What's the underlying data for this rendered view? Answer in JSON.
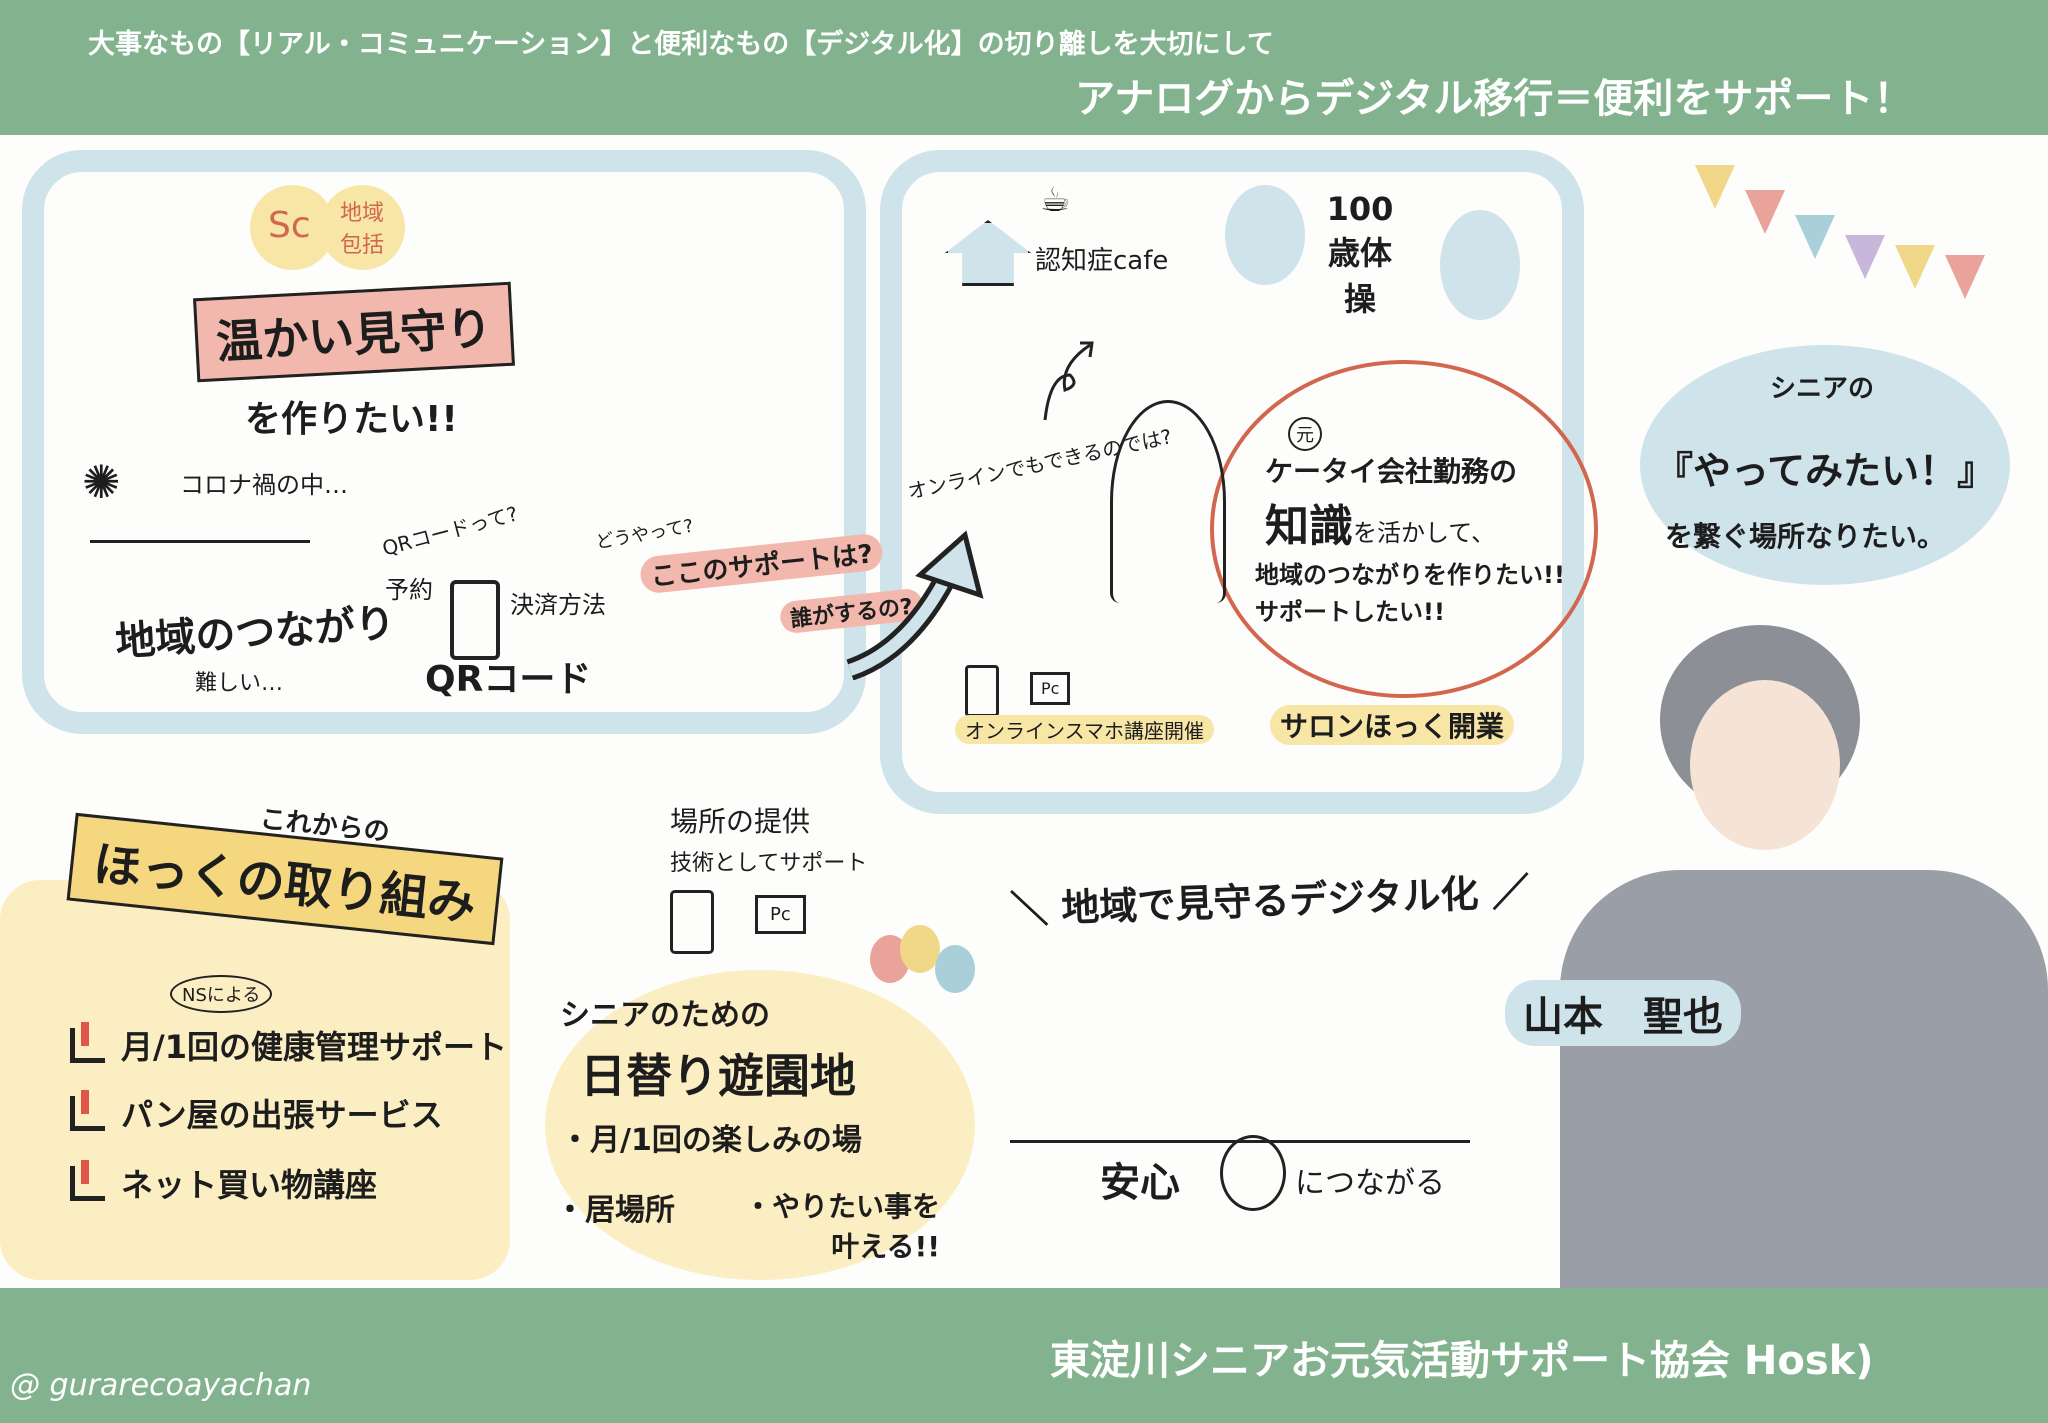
{
  "header": {
    "subtitle": "大事なもの【リアル・コミュニケーション】と便利なもの【デジタル化】の切り離しを大切にして",
    "title": "アナログからデジタル移行＝便利をサポート！"
  },
  "footer": {
    "organization": "東淀川シニアお元気活動サポート協会 Hosk)",
    "credit": "@ gurarecoayachan"
  },
  "panel_current": {
    "badge_sc": "Sc",
    "badge_community": "地域包括",
    "banner": "温かい見守り",
    "banner_suffix": "を作りたい!!",
    "corona": "コロナ禍の中…",
    "qr_question": "QRコードって?",
    "reservation": "予約",
    "payment": "決済方法",
    "qr_code": "QRコード",
    "community_ties": "地域のつながり",
    "difficult": "難しい…",
    "how": "どうやって?",
    "support_question": "ここのサポートは?",
    "who_question": "誰がするの?"
  },
  "panel_idea": {
    "online_question": "オンラインでもできるのでは?",
    "dementia_cafe": "認知症cafe",
    "exercise": "100歳体操",
    "former_badge": "元",
    "cloud_line1": "ケータイ会社勤務の",
    "cloud_line2_big": "知識",
    "cloud_line2_rest": "を活かして、",
    "cloud_line3": "地域のつながりを作りたい!!",
    "cloud_line4": "サポートしたい!!",
    "pc_label": "Pc",
    "online_course": "オンラインスマホ講座開催",
    "salon_open": "サロンほっく開業"
  },
  "profile": {
    "line1": "シニアの",
    "line2": "『やってみたい！』",
    "line3": "を繋ぐ場所なりたい。",
    "name": "山本　聖也"
  },
  "future": {
    "from_now": "これからの",
    "ribbon": "ほっくの取り組み",
    "ns_note": "NSによる",
    "items": [
      {
        "label": "月/1回の健康管理サポート"
      },
      {
        "label": "パン屋の出張サービス"
      },
      {
        "label": "ネット買い物講座"
      }
    ]
  },
  "amusement": {
    "place": "場所の提供",
    "tech": "技術としてサポート",
    "pc_label": "Pc",
    "for_seniors": "シニアのための",
    "title": "日替り遊園地",
    "bullets": [
      {
        "label": "・月/1回の楽しみの場"
      },
      {
        "label": "・居場所"
      },
      {
        "label": "・やりたい事を叶える!!"
      }
    ]
  },
  "watch": {
    "title": "＼ 地域で見守るデジタル化 ／",
    "relief": "安心",
    "leads_to": "につながる"
  },
  "colors": {
    "band": "#82b38e",
    "frame_blue": "#cfe3ea",
    "pink": "#f2b8ae",
    "yellow": "#f8e6a6",
    "cloud_red": "#d2674f"
  }
}
